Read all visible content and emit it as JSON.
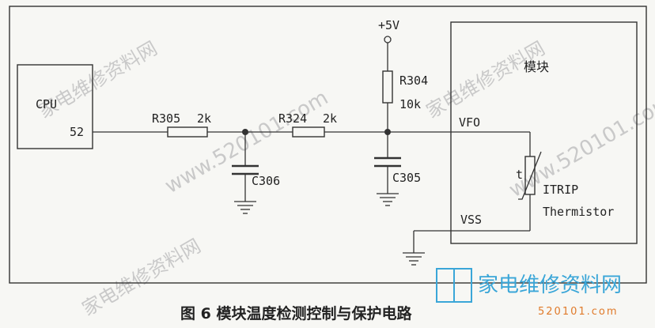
{
  "cpu": {
    "label": "CPU",
    "pin": "52"
  },
  "resistors": {
    "r305": {
      "ref": "R305",
      "value": "2k"
    },
    "r324": {
      "ref": "R324",
      "value": "2k"
    },
    "r304": {
      "ref": "R304",
      "value": "10k"
    }
  },
  "capacitors": {
    "c306": "C306",
    "c305": "C305"
  },
  "supply": "+5V",
  "module": {
    "title": "模块",
    "vfo": "VFO",
    "vss": "VSS",
    "thermistor_symbol": "t",
    "itrip": "ITRIP",
    "thermistor": "Thermistor"
  },
  "caption": "图 6  模块温度检测控制与保护电路",
  "watermark": {
    "cn": "家电维修资料网",
    "url": "www.520101.com",
    "logo_cn": "家电维修资料网",
    "logo_num": "520101.com"
  },
  "colors": {
    "line": "#333333",
    "watermark": "#c9c9c9",
    "logo_blue": "#3aa6d8",
    "logo_orange": "#e07a2a"
  }
}
